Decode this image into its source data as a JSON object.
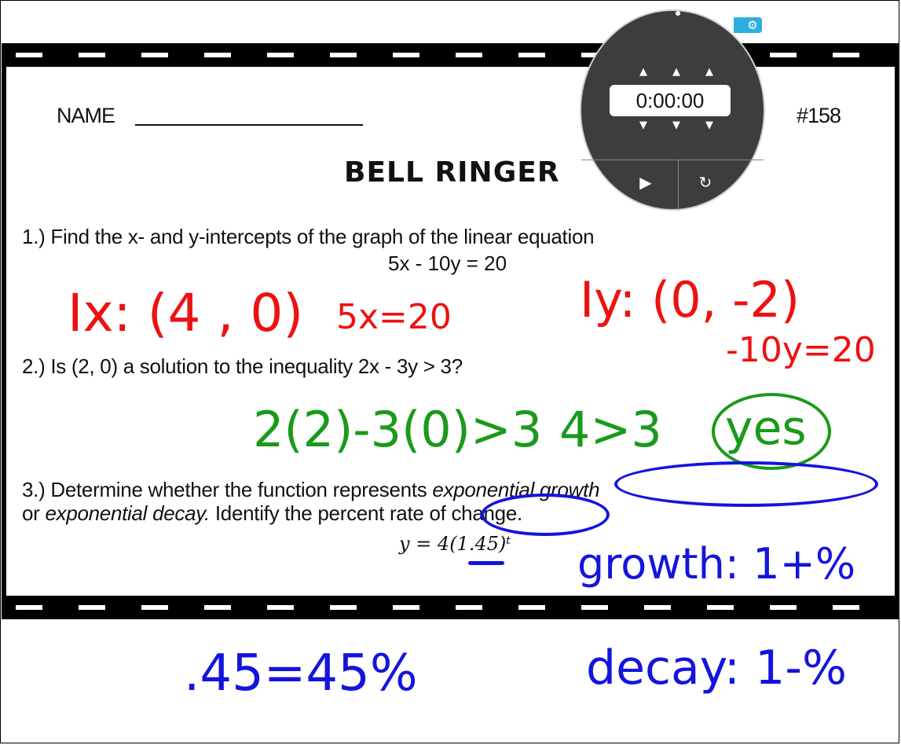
{
  "worksheet": {
    "name_label": "NAME",
    "number": "#158",
    "title": "BELL RINGER",
    "q1_text": "1.) Find the x- and y-intercepts of the graph of the linear equation",
    "q1_equation": "5x - 10y = 20",
    "q2_text": "2.) Is (2, 0) a solution to the inequality 2x - 3y > 3?",
    "q3_line1_start": "3.) Determine whether the function represents ",
    "q3_growth": "exponential growth",
    "q3_line2_or": "or ",
    "q3_decay": "exponential decay.",
    "q3_line2_rest": " Identify the percent rate of change.",
    "q3_formula": "y = 4(1.45)ᵗ"
  },
  "handwriting": {
    "ix": "Ix: (4 , 0)",
    "five_x": "5x=20",
    "iy": "Iy: (0, -2)",
    "ten_y": "-10y=20",
    "inequality_check": "2(2)-3(0)>3",
    "result": "4>3",
    "yes": "yes",
    "growth_rule": "growth: 1+%",
    "percent": ".45=45%",
    "decay_rule": "decay: 1-%"
  },
  "timer": {
    "display": "0:00:00",
    "up_arrow": "▲",
    "down_arrow": "▼",
    "play_icon": "▶",
    "reset_icon": "↻",
    "gear_icon": "⚙",
    "accent": "#2eaee0"
  },
  "colors": {
    "red_ink": "#ee1111",
    "green_ink": "#1a9a1a",
    "blue_ink": "#1414dd"
  }
}
